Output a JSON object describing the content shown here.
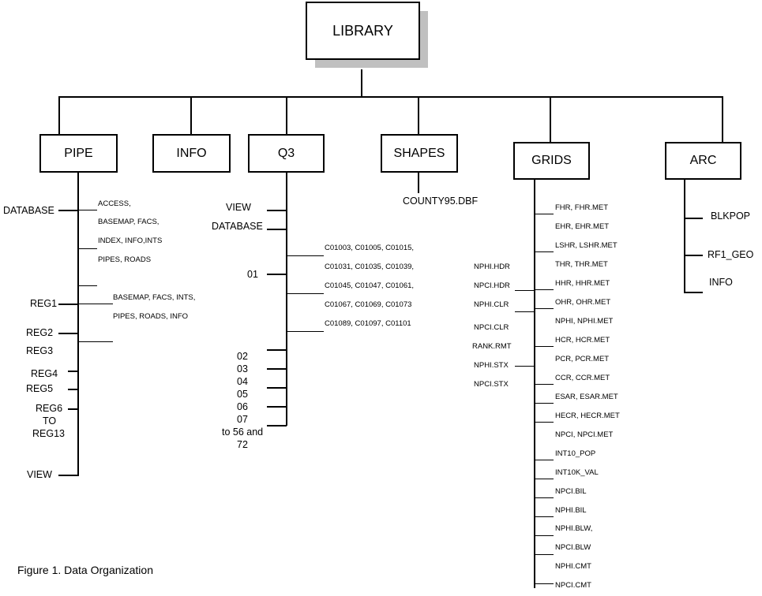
{
  "root": "LIBRARY",
  "nodes": {
    "pipe": "PIPE",
    "info": "INFO",
    "q3": "Q3",
    "shapes": "SHAPES",
    "grids": "GRIDS",
    "arc": "ARC"
  },
  "pipe": {
    "database_label": "DATABASE",
    "database_items": [
      "ACCESS,",
      "BASEMAP, FACS,",
      "INDEX, INFO,INTS",
      "PIPES, ROADS"
    ],
    "reg1_label": "REG1",
    "reg1_items": [
      "BASEMAP, FACS, INTS,",
      "PIPES, ROADS, INFO"
    ],
    "reg2": "REG2",
    "reg3": "REG3",
    "reg4": "REG4",
    "reg5": "REG5",
    "reg6": "REG6",
    "to": "TO",
    "reg13": "REG13",
    "view": "VIEW"
  },
  "q3": {
    "view": "VIEW",
    "database": "DATABASE",
    "c01": "01",
    "c01_items": [
      "C01003, C01005, C01015,",
      "C01031, C01035, C01039,",
      "C01045, C01047, C01061,",
      "C01067, C01069, C01073",
      "C01089, C01097, C01101"
    ],
    "c02": "02",
    "c03": "03",
    "c04": "04",
    "c05": "05",
    "c06": "06",
    "c07": "07",
    "to56": "to 56 and",
    "c72": "72"
  },
  "shapes": {
    "county": "COUNTY95.DBF"
  },
  "grids": {
    "left": [
      "NPHI.HDR",
      "NPCI.HDR",
      "NPHI.CLR",
      "NPCI.CLR",
      "RANK.RMT",
      "NPHI.STX",
      "NPCI.STX"
    ],
    "right": [
      "FHR, FHR.MET",
      "EHR, EHR.MET",
      "LSHR, LSHR.MET",
      "THR, THR.MET",
      "HHR, HHR.MET",
      "OHR, OHR.MET",
      "NPHI, NPHI.MET",
      "HCR, HCR.MET",
      "PCR, PCR.MET",
      "CCR, CCR.MET",
      "ESAR, ESAR.MET",
      "HECR, HECR.MET",
      "NPCI, NPCI.MET",
      "INT10_POP",
      "INT10K_VAL",
      "NPCI.BIL",
      "NPHI.BIL",
      "NPHI.BLW,",
      "NPCI.BLW",
      "NPHI.CMT",
      "NPCI.CMT"
    ]
  },
  "arc": {
    "items": [
      "BLKPOP",
      "RF1_GEO",
      "INFO"
    ]
  },
  "caption": "Figure 1.  Data Organization"
}
